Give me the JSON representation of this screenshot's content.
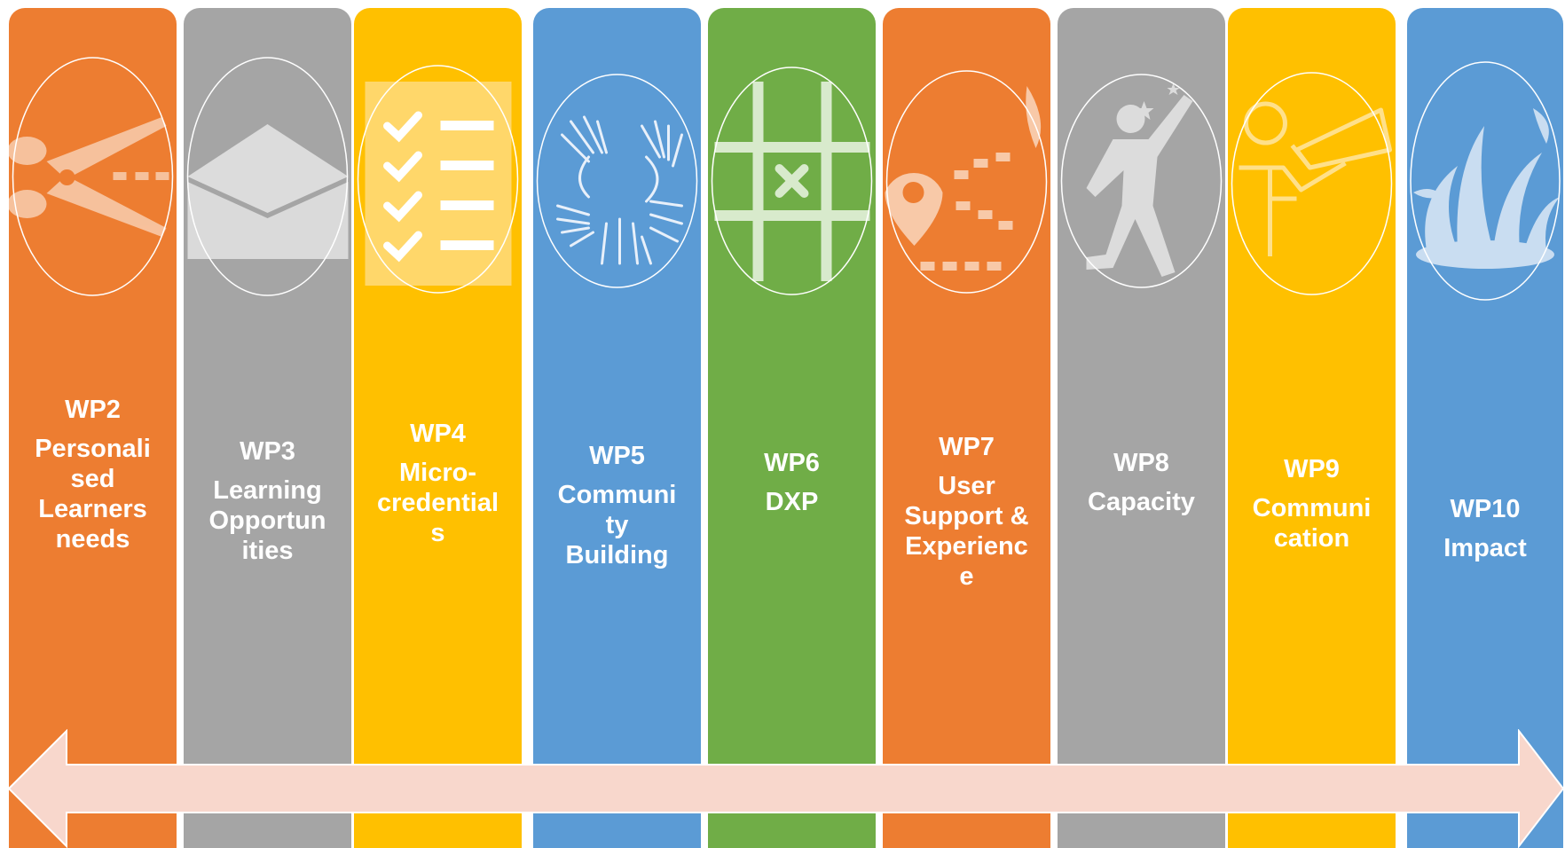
{
  "colors": {
    "orange": "#ED7D31",
    "gray": "#A5A5A5",
    "yellow": "#FFC000",
    "blue": "#5B9BD5",
    "green": "#70AD47",
    "arrow": "#F8D7CC"
  },
  "work_packages": [
    {
      "code": "WP2",
      "name": "Personali\nsed\nLearners\nneeds",
      "color": "orange",
      "icon": "scissors-icon"
    },
    {
      "code": "WP3",
      "name": "Learning\nOpportun\nities",
      "color": "gray",
      "icon": "graduation-cap-icon"
    },
    {
      "code": "WP4",
      "name": "Micro-\ncredential\ns",
      "color": "yellow",
      "icon": "checklist-icon"
    },
    {
      "code": "WP5",
      "name": "Communi\nty\nBuilding",
      "color": "blue",
      "icon": "raised-hands-icon"
    },
    {
      "code": "WP6",
      "name": "DXP",
      "color": "green",
      "icon": "tic-tac-toe-grid-icon"
    },
    {
      "code": "WP7",
      "name": "User\nSupport &\nExperienc\ne",
      "color": "orange",
      "icon": "route-map-pin-icon"
    },
    {
      "code": "WP8",
      "name": "Capacity",
      "color": "gray",
      "icon": "reaching-person-icon"
    },
    {
      "code": "WP9",
      "name": "Communi\ncation",
      "color": "yellow",
      "icon": "megaphone-person-icon"
    },
    {
      "code": "WP10",
      "name": "Impact",
      "color": "blue",
      "icon": "water-splash-icon"
    }
  ],
  "arrow": {
    "icon": "double-headed-arrow"
  }
}
